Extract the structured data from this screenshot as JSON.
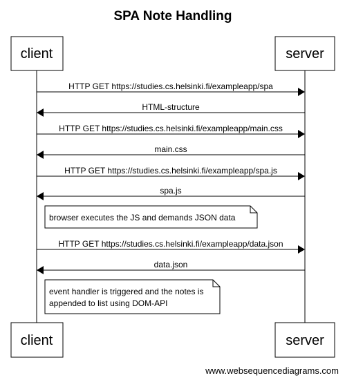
{
  "title": "SPA Note Handling",
  "actors": {
    "client": "client",
    "server": "server"
  },
  "messages": [
    {
      "from": "client",
      "to": "server",
      "label": "HTTP GET https://studies.cs.helsinki.fi/exampleapp/spa"
    },
    {
      "from": "server",
      "to": "client",
      "label": "HTML-structure"
    },
    {
      "from": "client",
      "to": "server",
      "label": "HTTP GET https://studies.cs.helsinki.fi/exampleapp/main.css"
    },
    {
      "from": "server",
      "to": "client",
      "label": "main.css"
    },
    {
      "from": "client",
      "to": "server",
      "label": "HTTP GET https://studies.cs.helsinki.fi/exampleapp/spa.js"
    },
    {
      "from": "server",
      "to": "client",
      "label": "spa.js"
    },
    {
      "from": "client",
      "to": "server",
      "label": "HTTP GET https://studies.cs.helsinki.fi/exampleapp/data.json"
    },
    {
      "from": "server",
      "to": "client",
      "label": "data.json"
    }
  ],
  "notes": [
    {
      "lines": [
        "browser executes the JS and demands JSON data"
      ]
    },
    {
      "lines": [
        "event handler is triggered and the notes is",
        "appended to list using DOM-API"
      ]
    }
  ],
  "footer": "www.websequencediagrams.com"
}
